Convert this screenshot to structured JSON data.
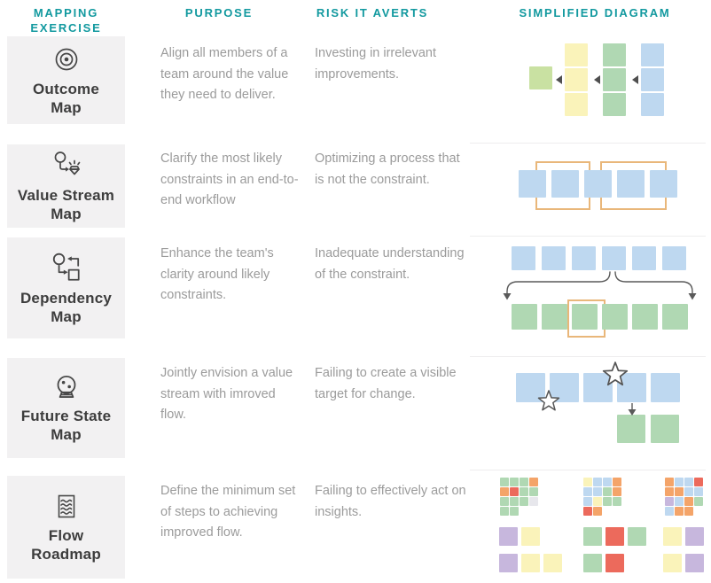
{
  "header": {
    "col1": "MAPPING EXERCISE",
    "col2": "PURPOSE",
    "col3": "RISK IT AVERTS",
    "col4": "SIMPLIFIED DIAGRAM"
  },
  "rows": [
    {
      "title": "Outcome\nMap",
      "icon": "bullseye-icon",
      "purpose": "Align all members of a team around the value they need to deliver.",
      "risk": "Investing in irrelevant improvements."
    },
    {
      "title": "Value Stream\nMap",
      "icon": "circle-arrow-gem-icon",
      "purpose": "Clarify the most likely constraints in an end-to-end workflow",
      "risk": "Optimizing a process that is not the constraint."
    },
    {
      "title": "Dependency\nMap",
      "icon": "circle-square-cycle-icon",
      "purpose": "Enhance the team's clarity around likely constraints.",
      "risk": "Inadequate understanding of the constraint."
    },
    {
      "title": "Future State\nMap",
      "icon": "crystal-ball-icon",
      "purpose": "Jointly envision a value stream with imroved flow.",
      "risk": "Failing to create a visible target for change."
    },
    {
      "title": "Flow\nRoadmap",
      "icon": "waves-card-icon",
      "purpose": "Define the minimum set of steps to achieving improved flow.",
      "risk": "Failing to effectively act on insights."
    }
  ],
  "colors": {
    "teal": "#12999f",
    "card_bg": "#f2f1f2",
    "title_text": "#3d3d3d",
    "body_text": "#9b9b9b",
    "blue": "#bed8f0",
    "green": "#b0d8b3",
    "yellow": "#faf3ba",
    "light_green": "#c9e1a2",
    "orange": "#f4a469",
    "red": "#ec6a5c",
    "purple": "#c7b7dd",
    "gray": "#e7e7ec",
    "outline_orange": "#e9b77a",
    "arrow": "#4f4f4f"
  },
  "diagrams": {
    "outcome_map": {
      "single_color": "light_green",
      "column_colors": [
        "yellow",
        "green",
        "blue"
      ],
      "squares_per_column": 3,
      "arrow_direction": "left"
    },
    "value_stream_map": {
      "step_count": 5,
      "step_color": "blue",
      "highlight_box_count": 2
    },
    "dependency_map": {
      "top_count": 6,
      "top_color": "blue",
      "bottom_count": 6,
      "bottom_color": "green",
      "highlighted_index": 2
    },
    "future_state_map": {
      "top_count": 5,
      "top_color": "blue",
      "bottom_count": 2,
      "bottom_color": "green",
      "star_count": 2
    },
    "flow_roadmap": {
      "groups": [
        {
          "grid": [
            [
              "green",
              "green",
              "green",
              "orange"
            ],
            [
              "orange",
              "red",
              "green",
              "green"
            ],
            [
              "green",
              "green",
              "green",
              "gray"
            ],
            [
              "green",
              "green"
            ]
          ],
          "row_a": [
            "purple",
            "yellow"
          ],
          "row_b": [
            "purple",
            "yellow",
            "yellow"
          ]
        },
        {
          "grid": [
            [
              "yellow",
              "blue",
              "blue",
              "orange"
            ],
            [
              "blue",
              "blue",
              "green",
              "orange"
            ],
            [
              "blue",
              "yellow",
              "green",
              "green"
            ],
            [
              "red",
              "orange"
            ]
          ],
          "row_a": [
            "green",
            "red",
            "green"
          ],
          "row_b": [
            "green",
            "red"
          ]
        },
        {
          "grid": [
            [
              "orange",
              "blue",
              "blue",
              "red"
            ],
            [
              "orange",
              "orange",
              "blue",
              "blue"
            ],
            [
              "purple",
              "blue",
              "orange",
              "green"
            ],
            [
              "blue",
              "orange",
              "orange"
            ]
          ],
          "row_a": [
            "yellow",
            "purple"
          ],
          "row_b": [
            "yellow",
            "purple"
          ]
        }
      ]
    }
  }
}
